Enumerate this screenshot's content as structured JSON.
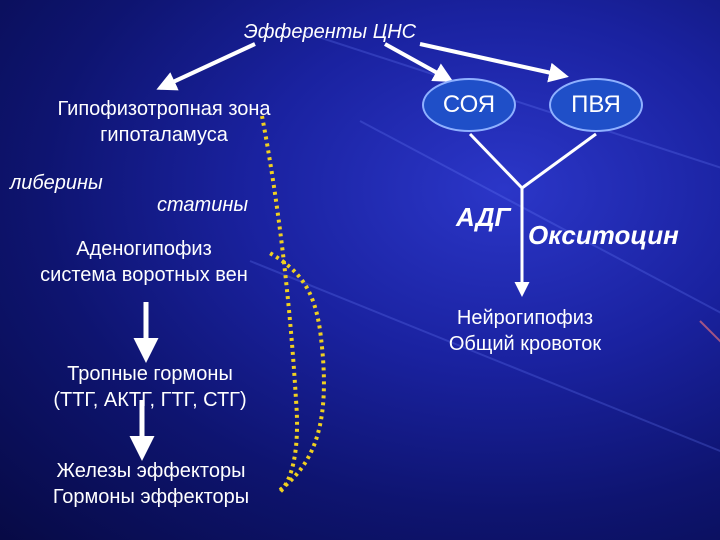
{
  "title": "Эфференты ЦНС",
  "left": {
    "zone_line1": "Гипофизотропная зона",
    "zone_line2": "гипоталамуса",
    "liberins": "либерины",
    "statins": "статины",
    "adeno_line1": "Аденогипофиз",
    "adeno_line2": "система воротных вен",
    "tropic_line1": "Тропные гормоны",
    "tropic_line2": "(ТТГ, АКТГ, ГТГ, СТГ)",
    "glands_line1": "Железы эффекторы",
    "glands_line2": "Гормоны эффекторы"
  },
  "right": {
    "oval1": "СОЯ",
    "oval2": "ПВЯ",
    "adh": "АДГ",
    "oxytocin": "Окситоцин",
    "neuro_line1": "Нейрогипофиз",
    "neuro_line2": "Общий кровоток"
  },
  "colors": {
    "arrow": "#ffffff",
    "dotted": "#f0d020",
    "oval_fill": "#1f4fc8",
    "text": "#ffffff"
  }
}
